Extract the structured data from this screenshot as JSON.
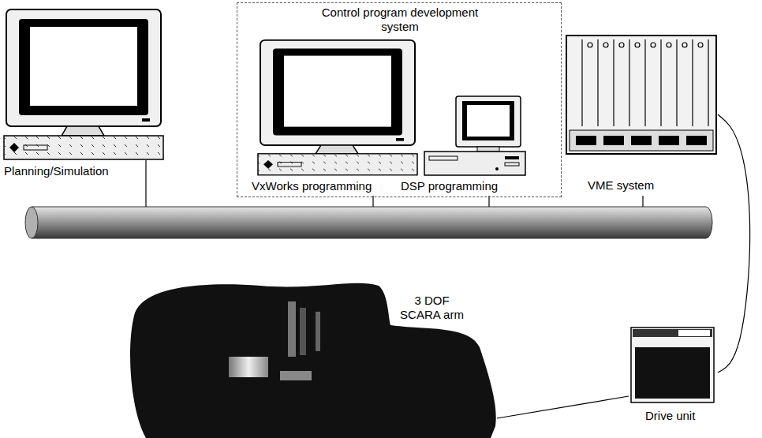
{
  "diagram": {
    "nodes": [
      {
        "text": [
          "Planning/Simulation"
        ]
      },
      {
        "text": [
          "Control program development system"
        ]
      },
      {
        "text": [
          "VxWorks programming"
        ],
        "in": 1
      },
      {
        "text": [
          "DSP programming"
        ],
        "in": 1
      },
      {
        "text": [
          "VME system"
        ]
      },
      {
        "text": [
          "3 DOF SCARA arm"
        ]
      },
      {
        "text": [
          "Drive unit"
        ]
      }
    ],
    "edges": [
      {
        "from": 4,
        "to": 6,
        "arrow": "none"
      },
      {
        "from": 6,
        "to": 5,
        "arrow": "none"
      }
    ]
  }
}
